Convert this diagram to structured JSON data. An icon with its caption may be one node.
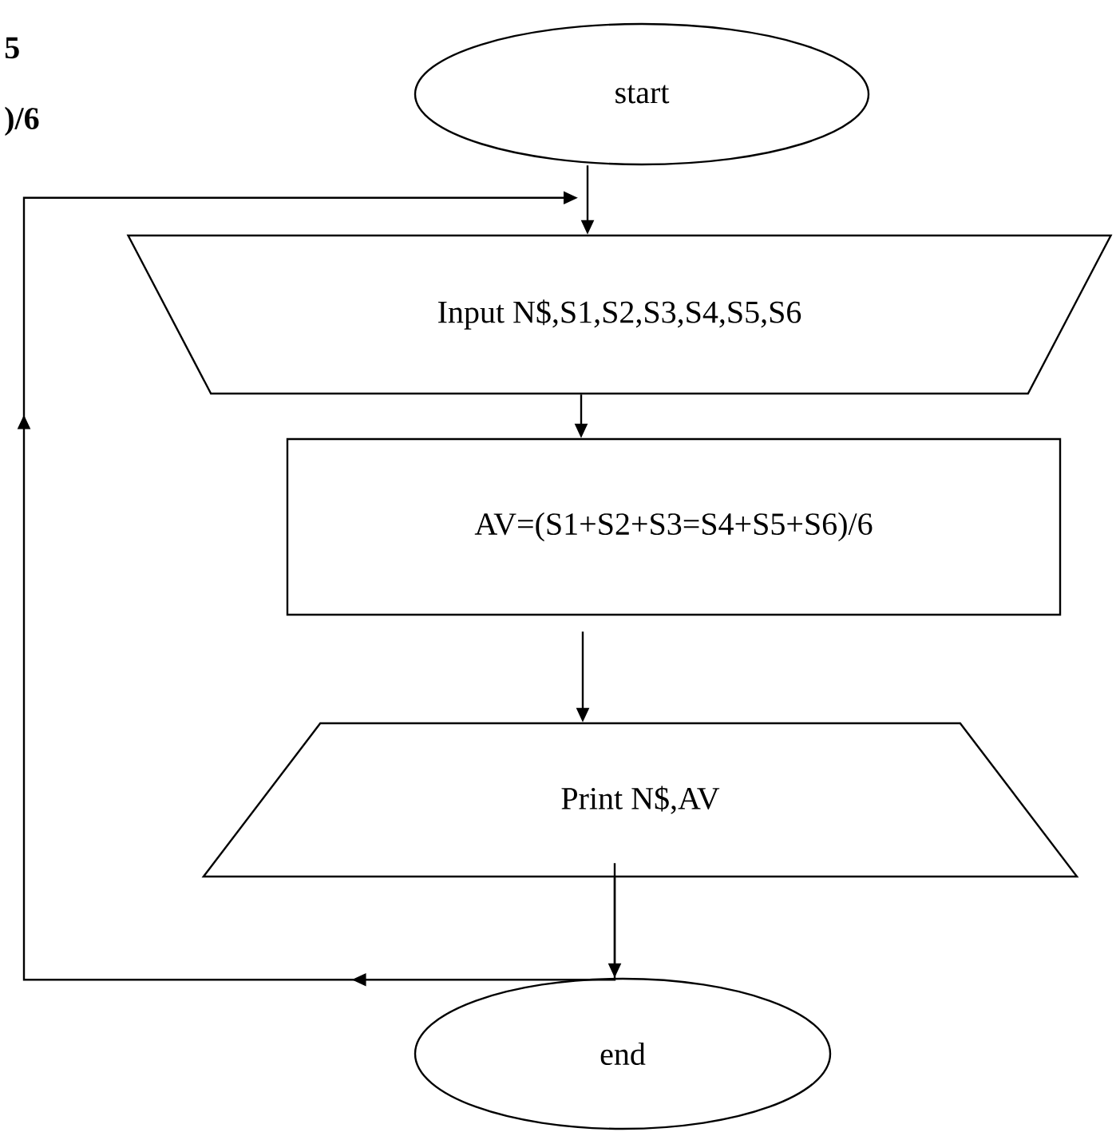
{
  "diagram": {
    "nodes": [
      {
        "text": [
          "start"
        ]
      },
      {
        "text": [
          "Input N$,S1,S2,S3,S4,S5,S6"
        ]
      },
      {
        "text": [
          "AV=(S1+S2+S3=S4+S5+S6)/6"
        ]
      },
      {
        "text": [
          "Print N$,AV"
        ]
      },
      {
        "text": [
          "end"
        ]
      }
    ],
    "edges": [
      {
        "from": 0,
        "to": 1,
        "arrow": "to"
      },
      {
        "from": 1,
        "to": 2,
        "arrow": "to"
      },
      {
        "from": 2,
        "to": 3,
        "arrow": "to"
      },
      {
        "from": 3,
        "to": 4,
        "arrow": "to"
      },
      {
        "from": 3,
        "to": 1,
        "arrow": "to"
      }
    ],
    "labels": [
      "5",
      ")/6"
    ]
  }
}
